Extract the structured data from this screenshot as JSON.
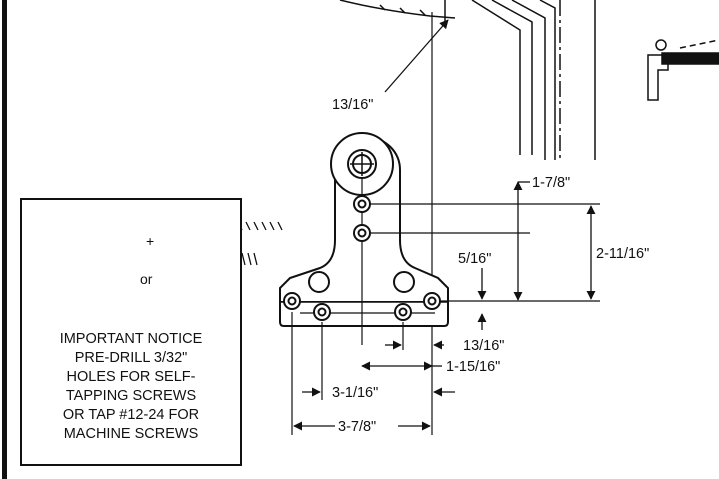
{
  "dimensions": {
    "top_offset": "13/16\"",
    "right_offset": "1-7/8\"",
    "small_height": "5/16\"",
    "overall_height": "2-11/16\"",
    "bottom_offset": "13/16\"",
    "center_offset": "1-15/16\"",
    "inner_width": "3-1/16\"",
    "outer_width": "3-7/8\""
  },
  "notice": {
    "plus": "+",
    "or": "or",
    "lines": [
      "IMPORTANT NOTICE",
      "PRE-DRILL 3/32\"",
      "HOLES FOR SELF-",
      "TAPPING SCREWS",
      "OR TAP #12-24 FOR",
      "MACHINE SCREWS"
    ]
  }
}
